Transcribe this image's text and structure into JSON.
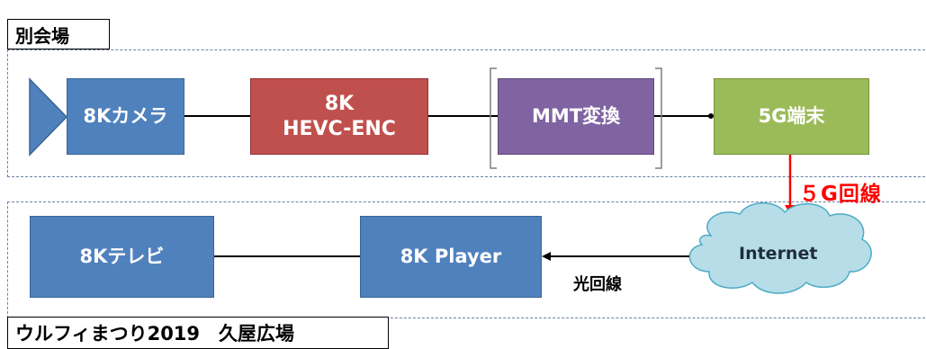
{
  "venues": {
    "top": "別会場",
    "bottom": "ウルフィまつり2019　久屋広場"
  },
  "nodes": {
    "camera": "8Kカメラ",
    "encoder_line1": "8K",
    "encoder_line2": "HEVC-ENC",
    "mmt": "MMT変換",
    "terminal": "5G端末",
    "internet": "Internet",
    "player": "8K Player",
    "tv": "8Kテレビ"
  },
  "links": {
    "fiveg": "５G回線",
    "fiber": "光回線"
  },
  "colors": {
    "camera": "#4f81bd",
    "encoder": "#c0504d",
    "mmt": "#8064a2",
    "terminal": "#9bbb59",
    "cloud": "#b7dde8",
    "fiveg_arrow": "#ff0000"
  }
}
